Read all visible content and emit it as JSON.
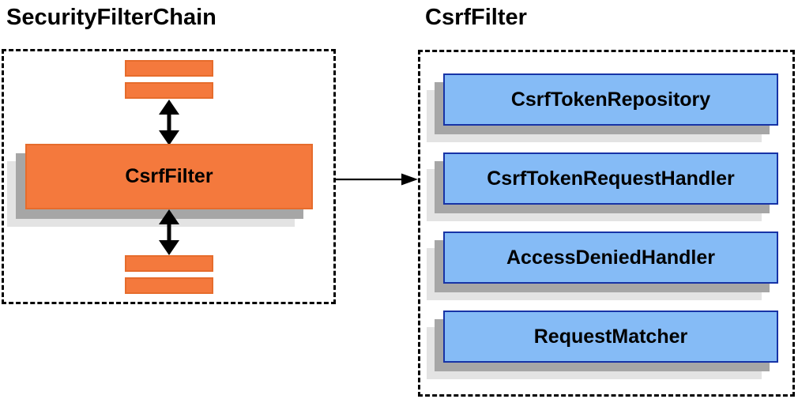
{
  "left_panel": {
    "title": "SecurityFilterChain",
    "filter_box_label": "CsrfFilter"
  },
  "right_panel": {
    "title": "CsrfFilter",
    "components": [
      "CsrfTokenRepository",
      "CsrfTokenRequestHandler",
      "AccessDeniedHandler",
      "RequestMatcher"
    ]
  },
  "icons": {
    "vertical_double_arrow": "double-headed-arrow",
    "flow_arrow": "right-arrow"
  },
  "colors": {
    "orange_fill": "#F4793D",
    "orange_border": "#E66C2C",
    "blue_fill": "#85BBF6",
    "blue_border": "#1733A6",
    "shadow_dark": "#A6A6A6",
    "shadow_light": "#E3E3E3",
    "dashed_border": "#000000",
    "arrow": "#000000"
  }
}
